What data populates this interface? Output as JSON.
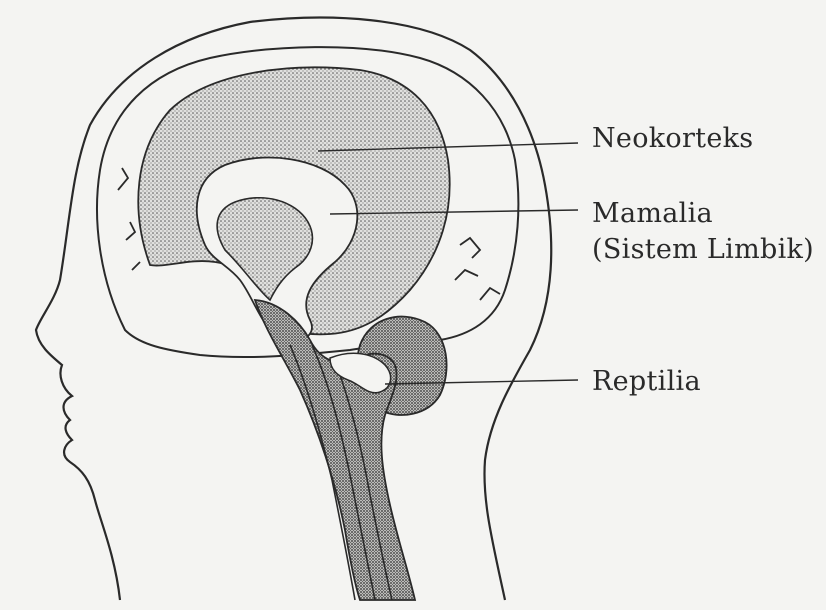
{
  "labels": {
    "neocortex": "Neokorteks",
    "mammalian": "Mamalia",
    "mammalian_sub": "(Sistem Limbik)",
    "reptilian": "Reptilia"
  },
  "colors": {
    "ink": "#2a2a2a",
    "paper": "#f4f4f2",
    "neocortex_fill": "#c9c9c7",
    "reptilian_fill": "#a9a9a7"
  }
}
